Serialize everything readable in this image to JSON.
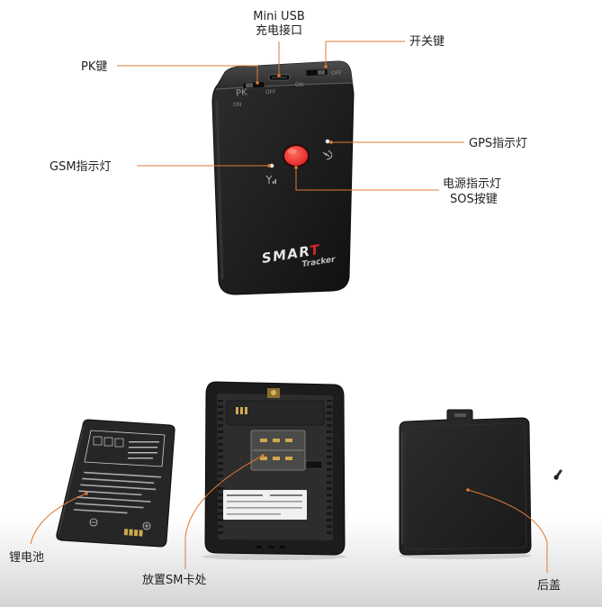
{
  "callouts": {
    "mini_usb_line1": "Mini USB",
    "mini_usb_line2": "充电接口",
    "power_switch": "开关键",
    "pk_key": "PK键",
    "gps_led": "GPS指示灯",
    "gsm_led": "GSM指示灯",
    "power_led": "电源指示灯",
    "sos_key": "SOS按键",
    "battery": "锂电池",
    "sim_slot": "放置SM卡处",
    "back_cover": "后盖"
  },
  "device_markings": {
    "pk_switch": "PK",
    "left_switch_on": "ON",
    "left_switch_off": "OFF",
    "right_switch_on": "ON",
    "right_switch_off": "OFF",
    "logo_main": "SMAR",
    "logo_accent": "T",
    "logo_sub": "Tracker"
  },
  "icons": {
    "gsm_indicator": "signal-antenna-icon",
    "gps_indicator": "satellite-icon",
    "battery_symbols": "polarity-icon"
  },
  "colors": {
    "callout_line": "#e07a33",
    "label_text": "#1f1f1f",
    "device_body": "#1e1e1e",
    "sos_button": "#e3262a",
    "logo_accent": "#d8262b",
    "contacts_gold": "#cfa94f"
  }
}
